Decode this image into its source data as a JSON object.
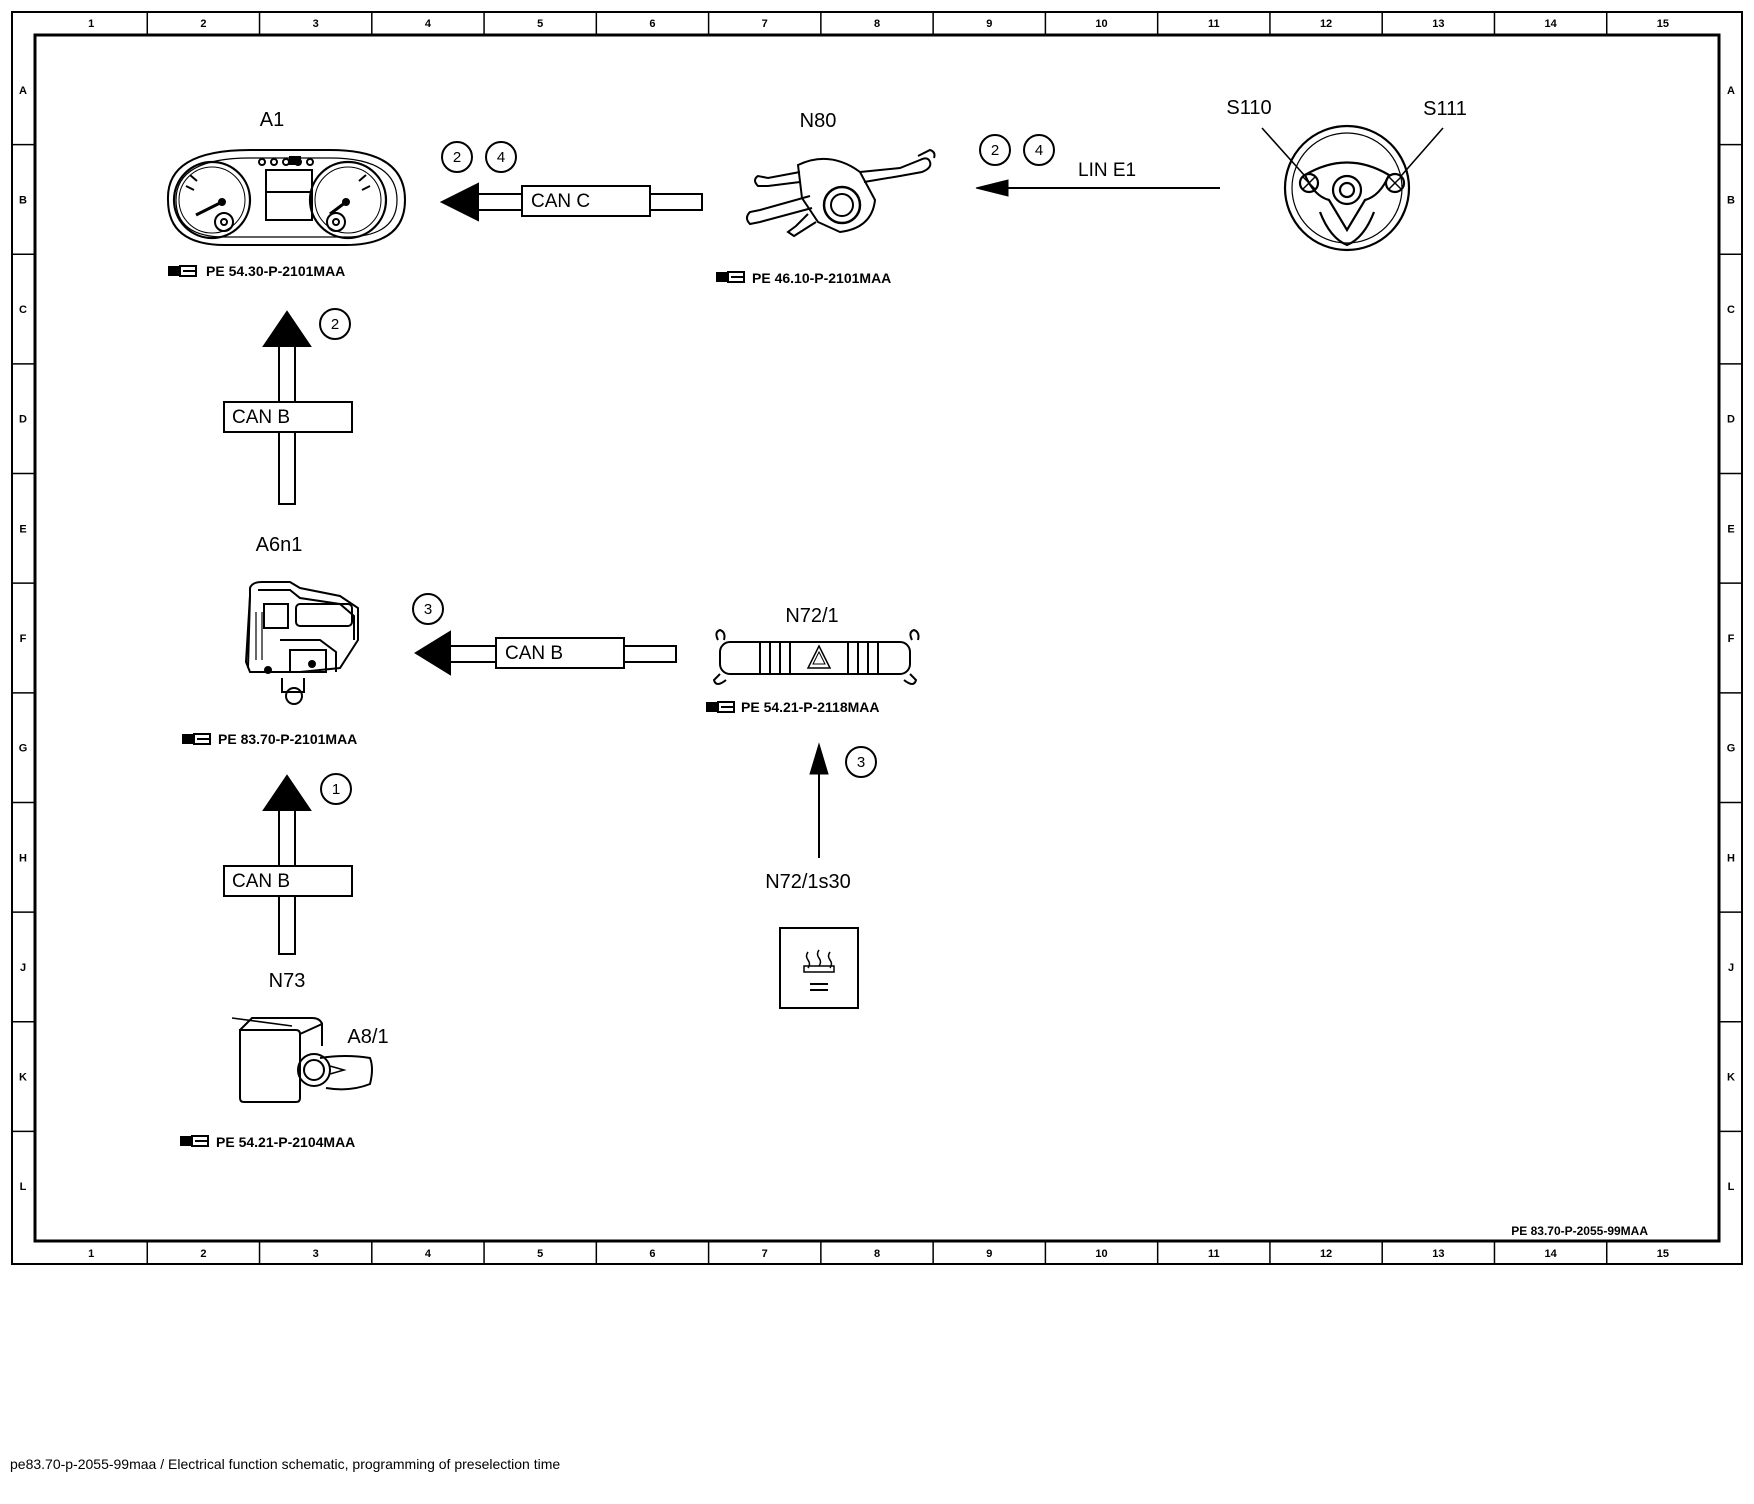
{
  "grid": {
    "columns": [
      "1",
      "2",
      "3",
      "4",
      "5",
      "6",
      "7",
      "8",
      "9",
      "10",
      "11",
      "12",
      "13",
      "14",
      "15"
    ],
    "rows": [
      "A",
      "B",
      "C",
      "D",
      "E",
      "F",
      "G",
      "H",
      "J",
      "K",
      "L"
    ]
  },
  "components": {
    "a1": {
      "label": "A1",
      "ref": "PE 54.30-P-2101MAA"
    },
    "n80": {
      "label": "N80",
      "ref": "PE 46.10-P-2101MAA"
    },
    "s110": {
      "label": "S110"
    },
    "s111": {
      "label": "S111"
    },
    "a6n1": {
      "label": "A6n1",
      "ref": "PE 83.70-P-2101MAA"
    },
    "n72_1": {
      "label": "N72/1",
      "ref": "PE 54.21-P-2118MAA"
    },
    "n72_1s30": {
      "label": "N72/1s30"
    },
    "n73": {
      "label": "N73",
      "ref": "PE 54.21-P-2104MAA"
    },
    "a8_1": {
      "label": "A8/1"
    }
  },
  "buses": {
    "can_c": "CAN C",
    "lin_e1": "LIN E1",
    "can_b_top": "CAN B",
    "can_b_mid": "CAN B",
    "can_b_bottom": "CAN B"
  },
  "markers": {
    "m_can_c_1": "2",
    "m_can_c_2": "4",
    "m_lin_1": "2",
    "m_lin_2": "4",
    "m_can_b_top": "2",
    "m_can_b_mid": "3",
    "m_n72": "3",
    "m_can_b_bottom": "1"
  },
  "sheet_ref": "PE 83.70-P-2055-99MAA",
  "caption": "pe83.70-p-2055-99maa / Electrical function schematic, programming of preselection time"
}
